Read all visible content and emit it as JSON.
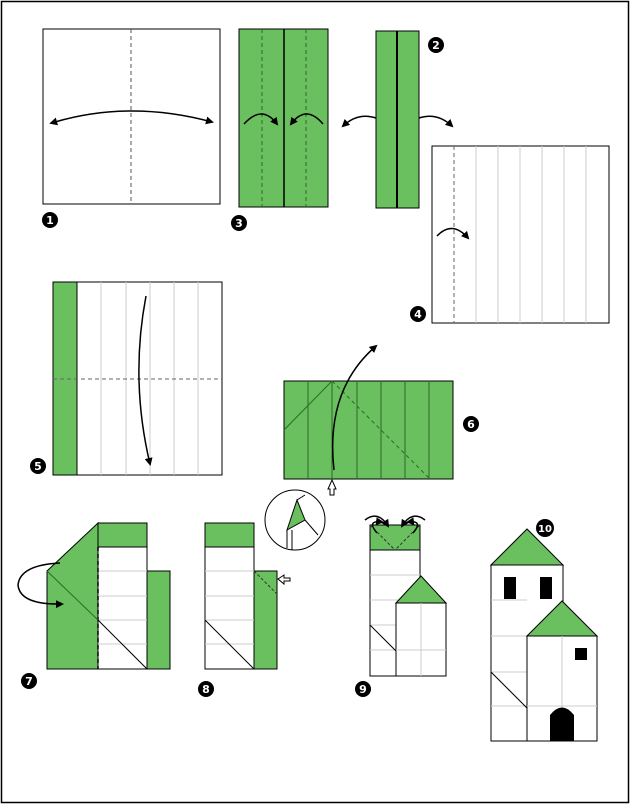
{
  "colors": {
    "paper_green": "#6abf5e",
    "paper_white": "#ffffff",
    "line": "#000000",
    "crease": "#bdbdbd",
    "badge": "#000000",
    "badge_text": "#ffffff"
  },
  "steps": [
    {
      "number": "1"
    },
    {
      "number": "2"
    },
    {
      "number": "3"
    },
    {
      "number": "4"
    },
    {
      "number": "5"
    },
    {
      "number": "6"
    },
    {
      "number": "7"
    },
    {
      "number": "8"
    },
    {
      "number": "9"
    },
    {
      "number": "10"
    }
  ]
}
